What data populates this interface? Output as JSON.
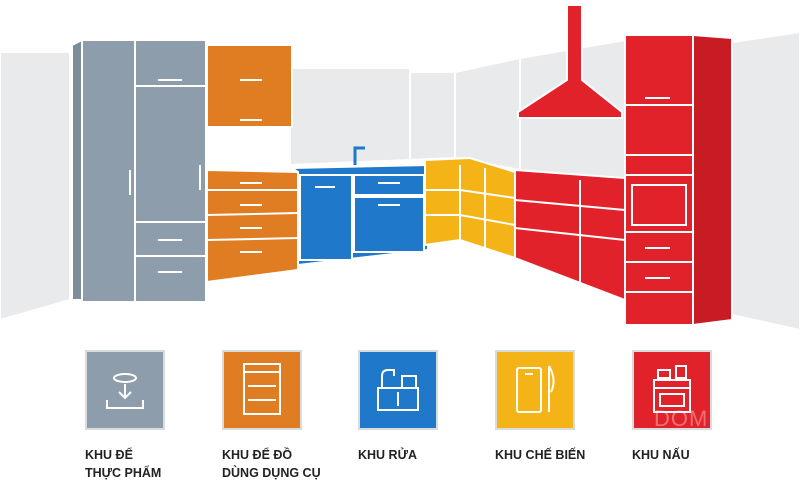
{
  "colors": {
    "food_storage": "#8e9dab",
    "utensil_storage": "#e07d22",
    "washing": "#1f78c9",
    "preparation": "#f4b418",
    "cooking": "#e2222b",
    "wall": "#e9eaec"
  },
  "zones": [
    {
      "icon": "food-tray-icon",
      "line1": "KHU ĐỂ",
      "line2": "THỰC PHẨM"
    },
    {
      "icon": "dish-rack-icon",
      "line1": "KHU ĐỂ ĐỒ",
      "line2": "DÙNG DỤNG CỤ"
    },
    {
      "icon": "sink-icon",
      "line1": "KHU RỬA",
      "line2": ""
    },
    {
      "icon": "cutting-board-knife-icon",
      "line1": "KHU CHẾ BIẾN",
      "line2": ""
    },
    {
      "icon": "stove-oven-icon",
      "line1": "KHU NẤU",
      "line2": ""
    }
  ],
  "watermark": "DOM"
}
